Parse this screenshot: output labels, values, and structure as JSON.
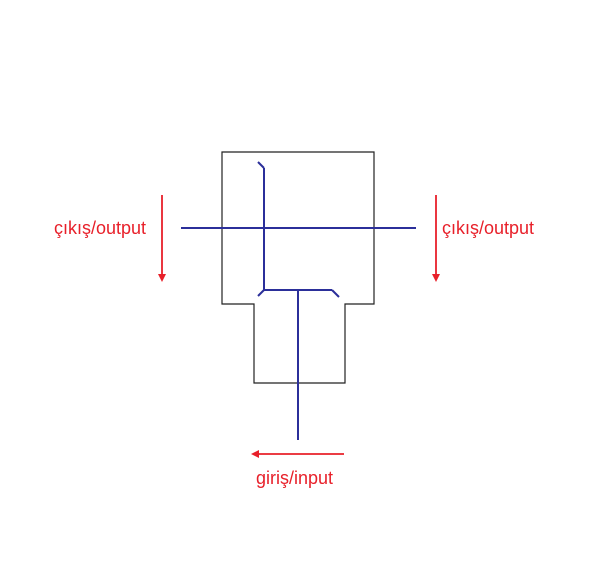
{
  "labels": {
    "left_output": "çıkış/output",
    "right_output": "çıkış/output",
    "input": "giriş/input"
  },
  "colors": {
    "body_outline": "#222222",
    "flow_line": "#2b2f9a",
    "arrow_label": "#e8202a",
    "background": "#ffffff"
  }
}
